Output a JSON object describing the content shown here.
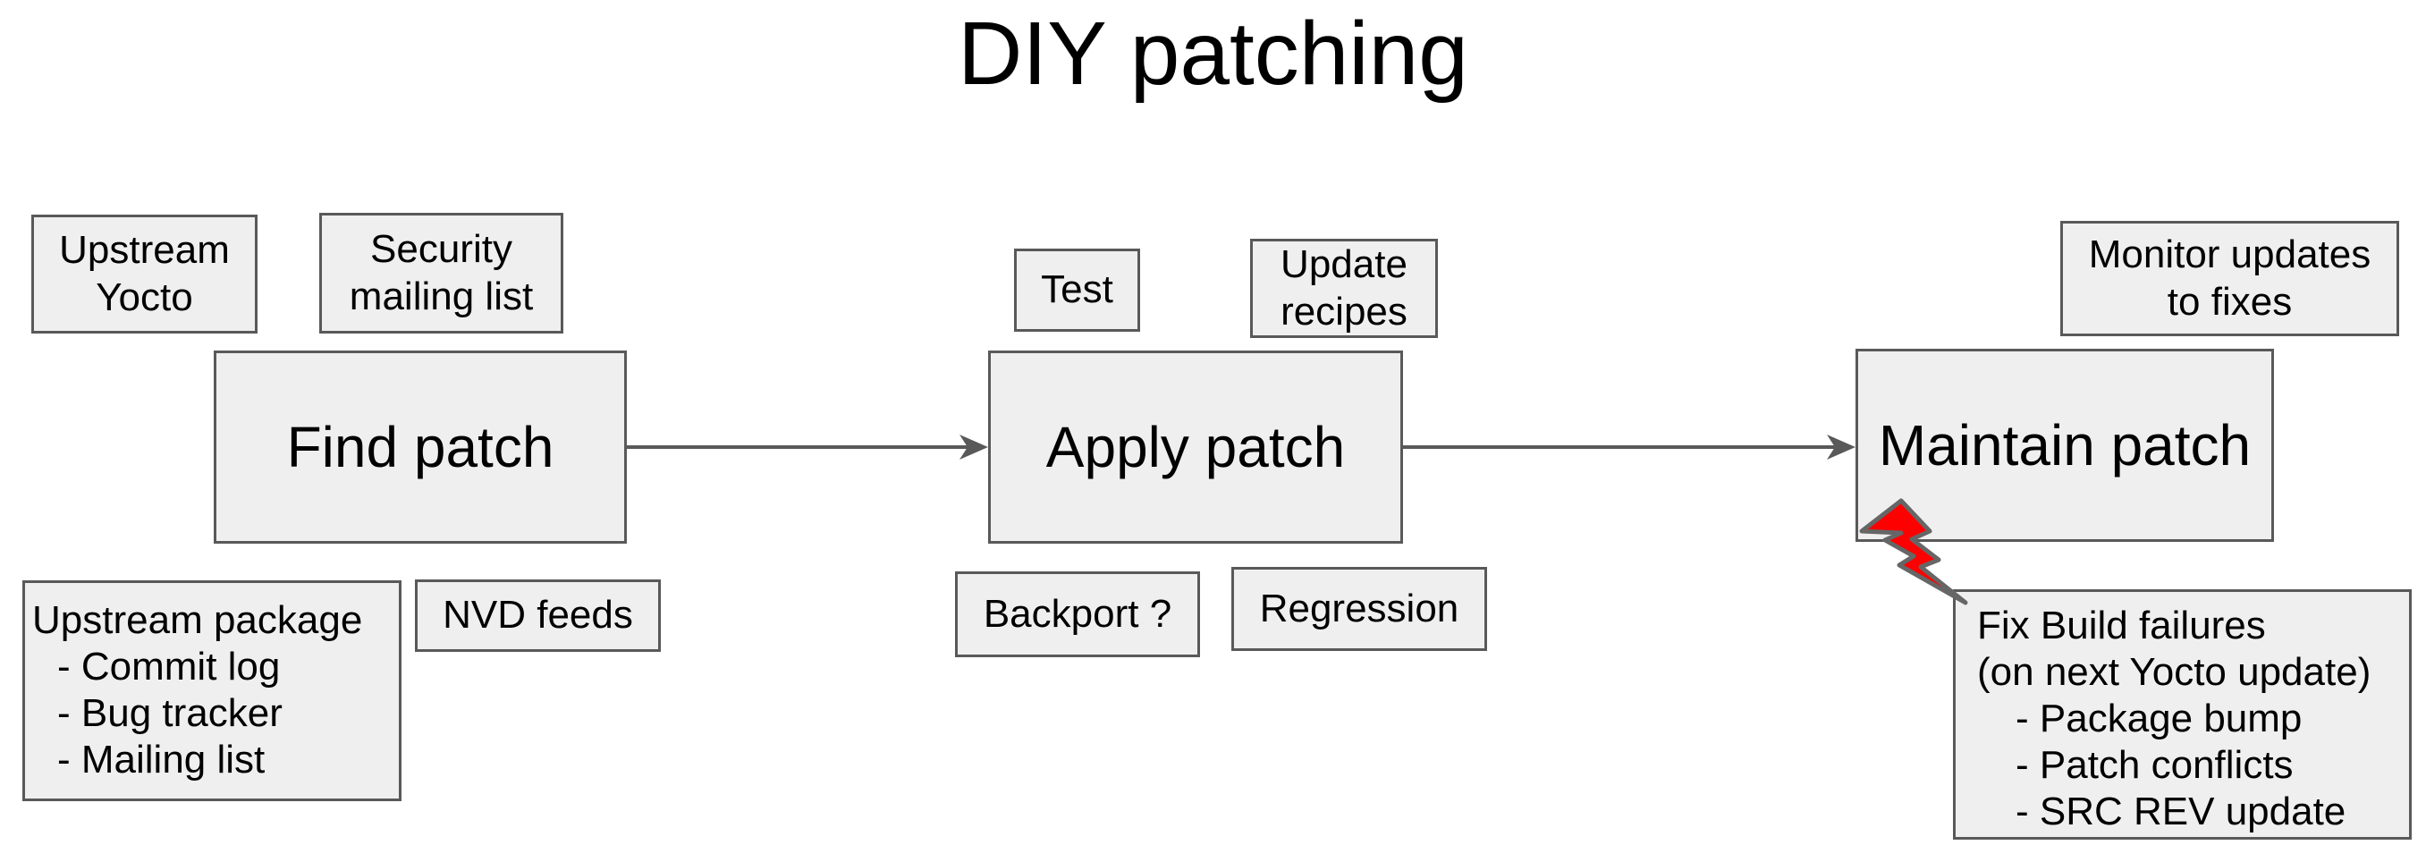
{
  "title": "DIY patching",
  "colors": {
    "box_fill": "#efefef",
    "box_border": "#595959",
    "arrow": "#595959",
    "bolt_fill": "#ff0000",
    "bolt_outline": "#666666",
    "text": "#000000",
    "background": "#ffffff"
  },
  "flow": {
    "step1": "Find patch",
    "step2": "Apply patch",
    "step3": "Maintain patch"
  },
  "notes": {
    "upstream_yocto": "Upstream\nYocto",
    "security_mailing_list": "Security\nmailing list",
    "nvd_feeds": "NVD feeds",
    "test": "Test",
    "update_recipes": "Update\nrecipes",
    "backport": "Backport ?",
    "regression": "Regression",
    "monitor_updates": "Monitor updates\nto fixes",
    "upstream_package": {
      "title": "Upstream package",
      "items": [
        "- Commit log",
        "- Bug tracker",
        "- Mailing list"
      ]
    },
    "fix_build_failures": {
      "line1": "Fix Build failures",
      "line2": "(on next Yocto update)",
      "items": [
        "- Package bump",
        "- Patch conflicts",
        "- SRC REV update"
      ]
    }
  }
}
